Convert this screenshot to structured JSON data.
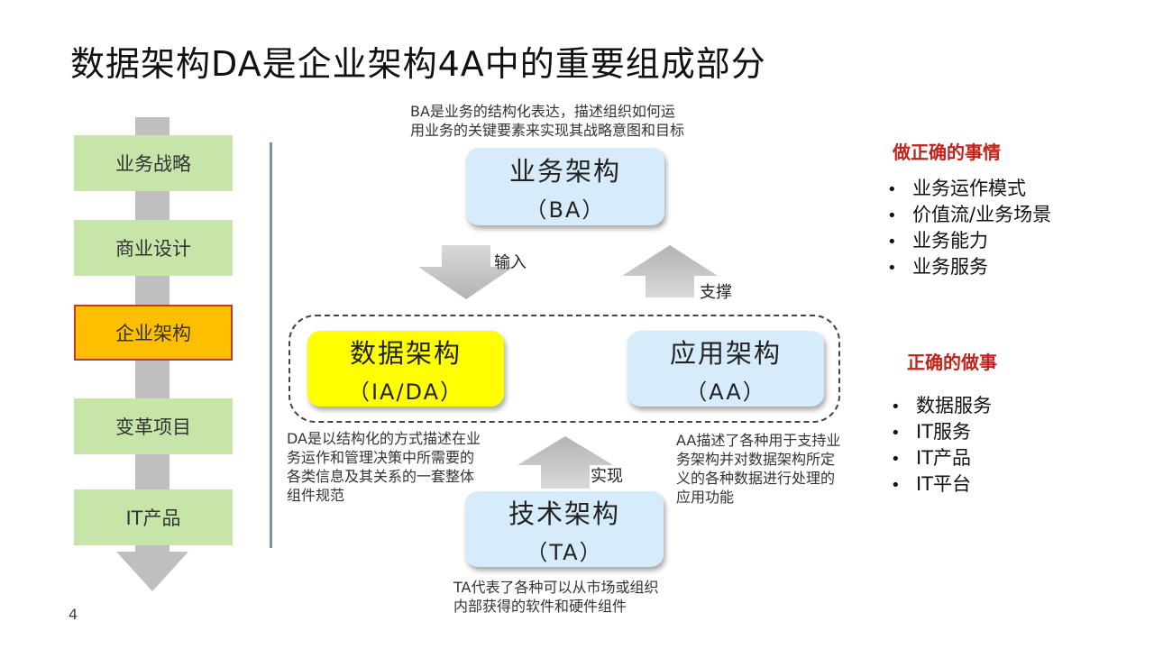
{
  "title": "数据架构DA是企业架构4A中的重要组成部分",
  "left_chain": {
    "items": [
      {
        "label": "业务战略",
        "active": false
      },
      {
        "label": "商业设计",
        "active": false
      },
      {
        "label": "企业架构",
        "active": true
      },
      {
        "label": "变革项目",
        "active": false
      },
      {
        "label": "IT产品",
        "active": false
      }
    ]
  },
  "diagram": {
    "ba": {
      "name": "业务架构",
      "code": "（BA）",
      "note_line1": "BA是业务的结构化表达，描述组织如何运",
      "note_line2": "用业务的关键要素来实现其战略意图和目标"
    },
    "ia": {
      "name": "数据架构",
      "code": "（IA/DA）",
      "note_line1": "DA是以结构化的方式描述在业",
      "note_line2": "务运作和管理决策中所需要的",
      "note_line3": "各类信息及其关系的一套整体",
      "note_line4": "组件规范"
    },
    "aa": {
      "name": "应用架构",
      "code": "（AA）",
      "note_line1": "AA描述了各种用于支持业",
      "note_line2": "务架构并对数据架构所定",
      "note_line3": "义的各种数据进行处理的",
      "note_line4": "应用功能"
    },
    "ta": {
      "name": "技术架构",
      "code": "（TA）",
      "note_line1": "TA代表了各种可以从市场或组织",
      "note_line2": "内部获得的软件和硬件组件"
    },
    "arrows": {
      "input": "输入",
      "support": "支撑",
      "implement": "实现"
    }
  },
  "right": {
    "section1": {
      "heading": "做正确的事情",
      "items": [
        "业务运作模式",
        "价值流/业务场景",
        "业务能力",
        "业务服务"
      ]
    },
    "section2": {
      "heading": "正确的做事",
      "items": [
        "数据服务",
        "IT服务",
        "IT产品",
        "IT平台"
      ]
    },
    "bullet": "•"
  },
  "page_number": "4",
  "colors": {
    "chain_box": "#c7e5a9",
    "chain_active": "#ffbe00",
    "arch_box": "#d6ecfb",
    "data_arch_box": "#ffff00",
    "heading_red": "#c0221c",
    "arrow_gray": "#bfbfbf"
  }
}
